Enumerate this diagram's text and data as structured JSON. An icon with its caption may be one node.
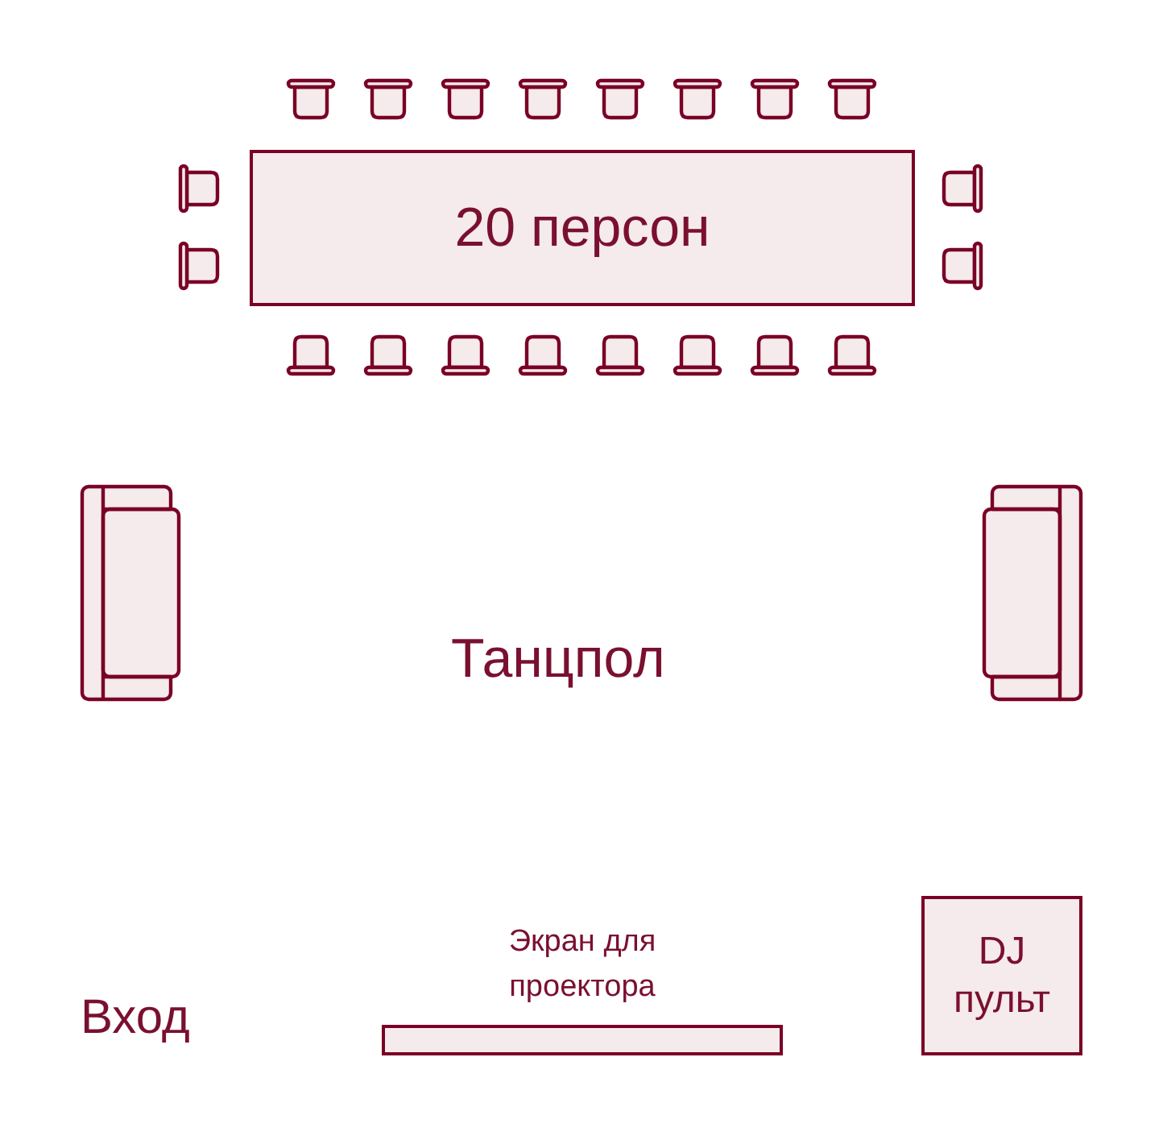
{
  "diagram": {
    "nodes": [
      {
        "text": [
          "20 персон"
        ]
      },
      {
        "text": [
          "Экран для проектора"
        ]
      },
      {
        "text": [
          "DJ пульт"
        ]
      }
    ],
    "labels": [
      "Танцпол",
      "Вход"
    ]
  }
}
